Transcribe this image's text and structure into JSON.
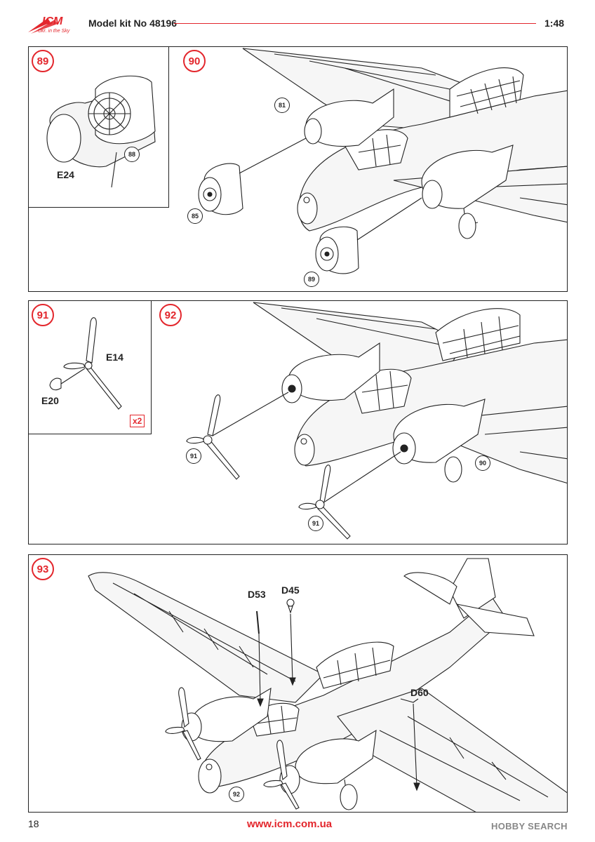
{
  "header": {
    "brand": "ICM",
    "brand_tagline": "Ukr. in the Sky",
    "kit_title": "Model kit No 48196",
    "scale": "1:48"
  },
  "steps": {
    "s89": {
      "number": "89",
      "part_label": "E24",
      "ref": "88"
    },
    "s90": {
      "number": "90",
      "refs": [
        "81",
        "85",
        "89"
      ]
    },
    "s91": {
      "number": "91",
      "parts": [
        "E14",
        "E20"
      ],
      "multiplier": "x2"
    },
    "s92": {
      "number": "92",
      "refs": [
        "91",
        "90",
        "91"
      ]
    },
    "s93": {
      "number": "93",
      "parts": [
        "D53",
        "D45",
        "D60"
      ],
      "ref": "92"
    }
  },
  "footer": {
    "page_number": "18",
    "website": "www.icm.com.ua",
    "watermark": "HOBBY SEARCH"
  },
  "colors": {
    "accent": "#e3262c",
    "line": "#222222",
    "fill": "#f2f2f2"
  }
}
